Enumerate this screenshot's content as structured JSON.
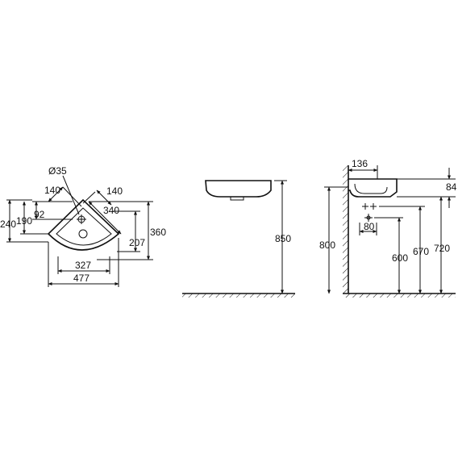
{
  "drawing": {
    "top_view": {
      "dia_hole": "Ø35",
      "d140_left": "140",
      "d140_right": "140",
      "d92": "92",
      "d240": "240",
      "d190": "190",
      "d340": "340",
      "d360": "360",
      "d207": "207",
      "d327": "327",
      "d477": "477"
    },
    "front_view": {
      "d850": "850"
    },
    "side_view": {
      "d136": "136",
      "d84": "84",
      "d80": "80",
      "d800": "800",
      "d600": "600",
      "d670": "670",
      "d720": "720"
    }
  },
  "colors": {
    "line": "#111111",
    "background": "#ffffff"
  }
}
